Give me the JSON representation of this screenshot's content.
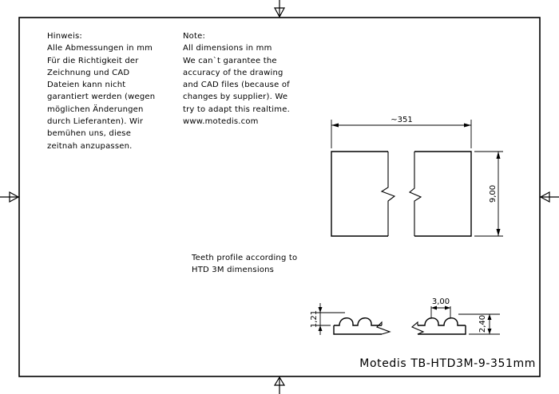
{
  "hint": {
    "heading": "Hinweis:",
    "lines": [
      "Alle Abmessungen in mm",
      "Für die Richtigkeit der",
      "Zeichnung und CAD",
      "Dateien kann nicht",
      "garantiert werden (wegen",
      "möglichen Änderungen",
      "durch Lieferanten). Wir",
      "bemühen uns, diese",
      "zeitnah anzupassen."
    ]
  },
  "note": {
    "heading": "Note:",
    "lines": [
      "All dimensions in mm",
      "We can`t garantee the",
      "accuracy of the drawing",
      "and CAD files (because of",
      "changes by supplier). We",
      "try to adapt this realtime.",
      "www.motedis.com"
    ]
  },
  "teeth_note": {
    "lines": [
      "Teeth profile according to",
      "HTD 3M dimensions"
    ]
  },
  "dimensions": {
    "length": "~351",
    "width": "9,00",
    "tooth_height": "1,21",
    "pitch": "3,00",
    "total_height": "2,40"
  },
  "title": "Motedis TB-HTD3M-9-351mm"
}
